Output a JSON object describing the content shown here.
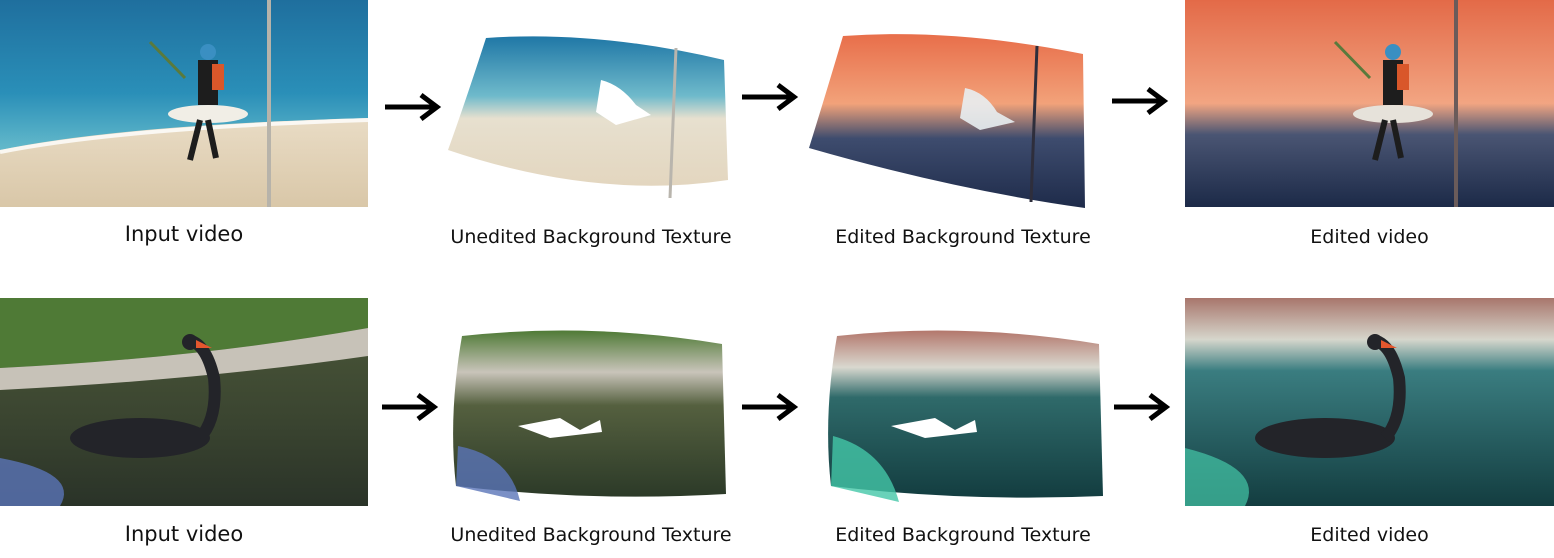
{
  "rows": [
    {
      "id": "kitesurf",
      "labels": {
        "input": "Input video",
        "unedited": "Unedited Background Texture",
        "edited": "Edited Background Texture",
        "output": "Edited video"
      }
    },
    {
      "id": "swan",
      "labels": {
        "input": "Input video",
        "unedited": "Unedited Background Texture",
        "edited": "Edited Background Texture",
        "output": "Edited video"
      }
    }
  ],
  "arrow_icon": "arrow-right-icon"
}
